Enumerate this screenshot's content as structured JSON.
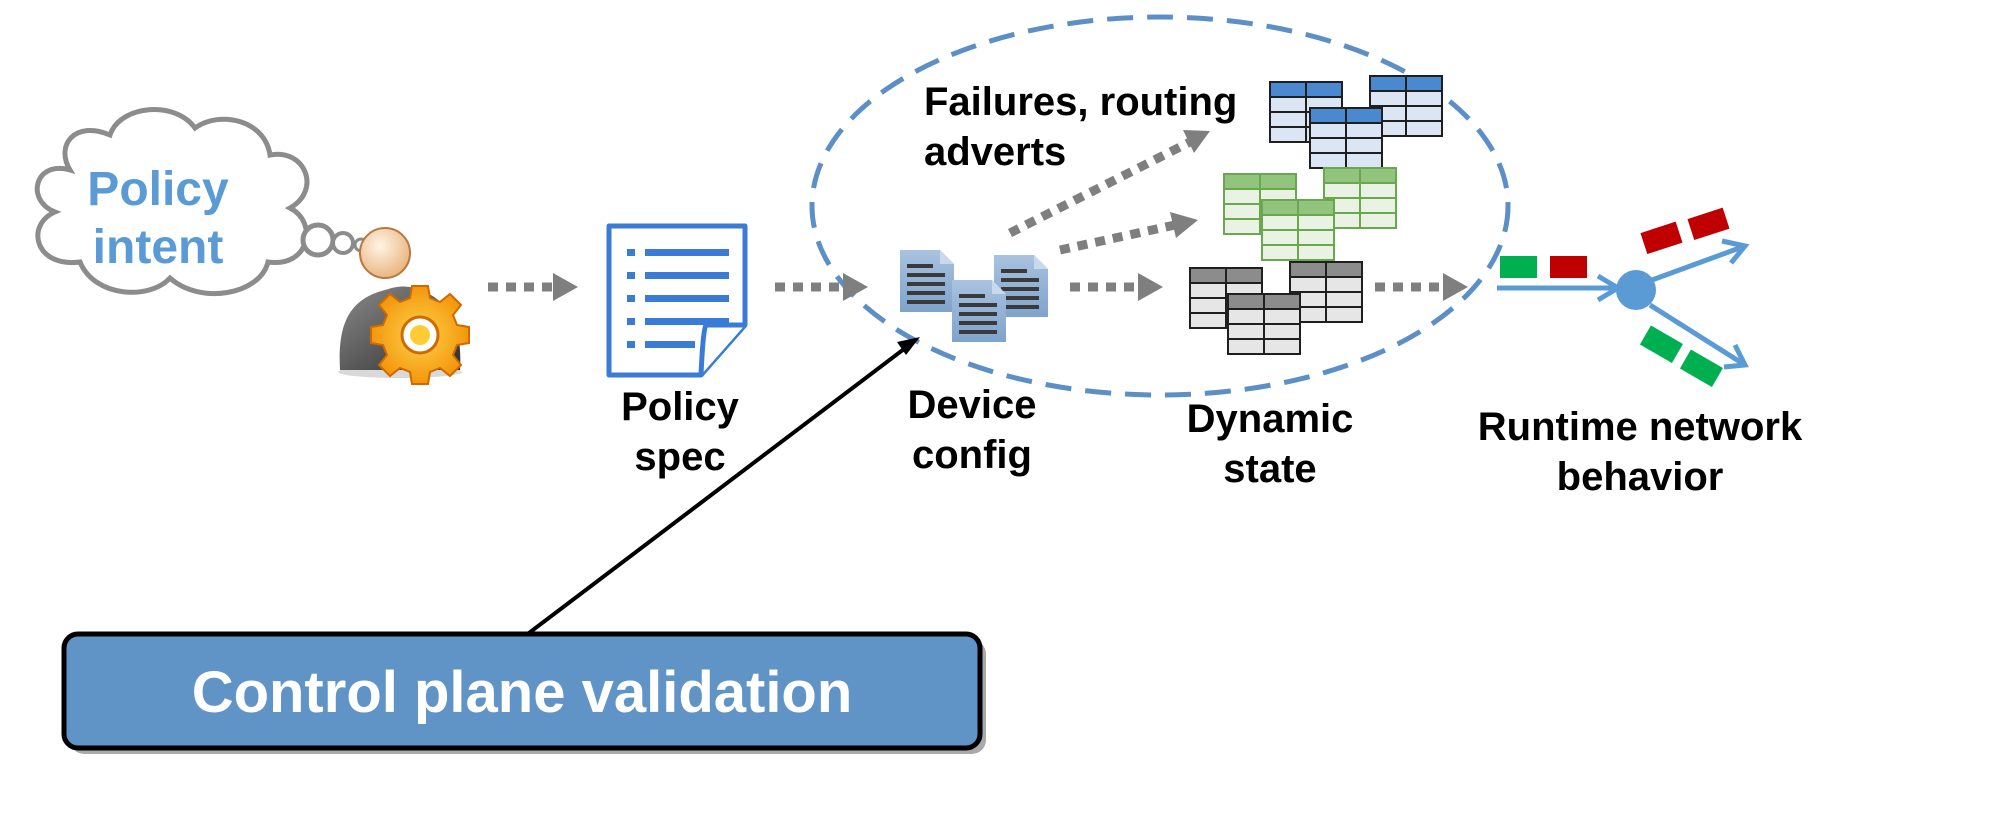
{
  "cloud": {
    "line1": "Policy",
    "line2": "intent"
  },
  "policy_spec": {
    "line1": "Policy",
    "line2": "spec"
  },
  "device_config": {
    "line1": "Device",
    "line2": "config"
  },
  "dynamic_state": {
    "line1": "Dynamic",
    "line2": "state"
  },
  "failures": {
    "line1": "Failures, routing",
    "line2": "adverts"
  },
  "runtime": {
    "line1": "Runtime network",
    "line2": "behavior"
  },
  "validation": {
    "label": "Control plane validation"
  },
  "icons": [
    "thought-cloud",
    "user-gear-icon",
    "document-icon",
    "config-files-icon",
    "state-tables-icon",
    "packet-flow-icon"
  ],
  "colors": {
    "accent_blue": "#5b9bd5",
    "box_fill": "#6194c6",
    "arrow_gray": "#7f7f7f",
    "packet_green": "#00b050",
    "packet_red": "#c00000",
    "table_blue": "#4a89d0",
    "table_green": "#93c47d",
    "table_gray": "#8c8c8c"
  }
}
